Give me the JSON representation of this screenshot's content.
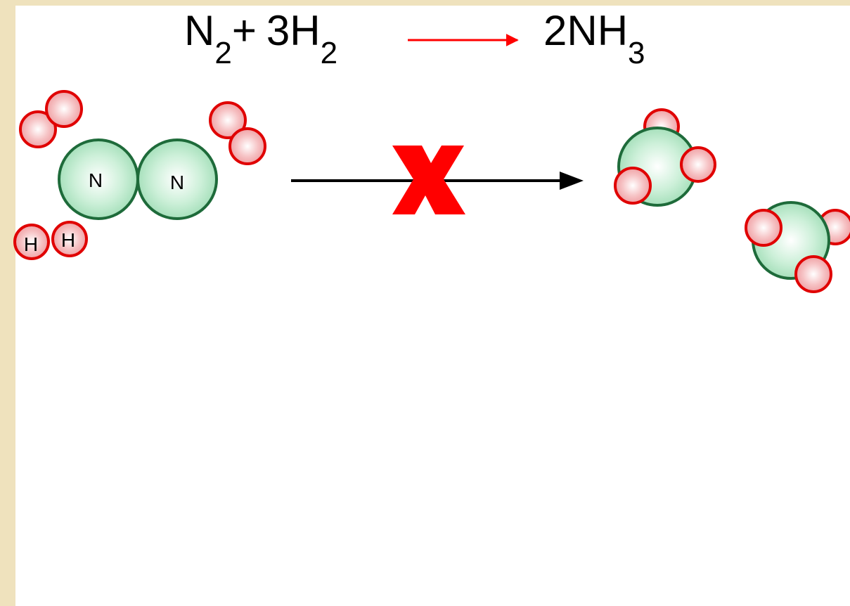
{
  "equation": {
    "reactant1": {
      "symbol": "N",
      "subscript": "2"
    },
    "plus": "+",
    "reactant2": {
      "coefficient": "3",
      "symbol": "H",
      "subscript": "2"
    },
    "product": {
      "coefficient": "2",
      "symbol": "NH",
      "subscript": "3"
    },
    "arrow_color": "#ff0000"
  },
  "labels": {
    "nitrogen_left": "N",
    "nitrogen_right": "N",
    "hydrogen_left": "H",
    "hydrogen_right": "H"
  },
  "colors": {
    "background": "#efe2bd",
    "panel": "#ffffff",
    "nitrogen_fill": "#bfeccf",
    "nitrogen_stroke": "#1e6b3a",
    "hydrogen_fill": "#f7b5b8",
    "hydrogen_stroke": "#e00000",
    "cross_mark": "#ff0000",
    "reaction_arrow": "#000000"
  },
  "icons": {
    "blocked_marker": "cross-mark-icon",
    "reaction_arrow": "arrow-right-icon"
  }
}
